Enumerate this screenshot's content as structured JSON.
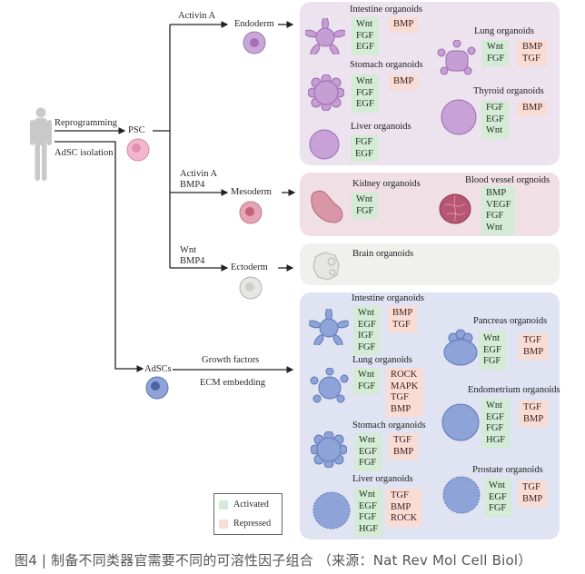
{
  "diagram": {
    "source_labels": {
      "reprogramming": "Reprogramming",
      "adsc_isolation": "AdSC isolation",
      "psc": "PSC",
      "adscs": "AdSCs"
    },
    "branches": {
      "endoderm": {
        "factor_lines": [
          "Activin A"
        ],
        "germ_layer": "Endoderm"
      },
      "mesoderm": {
        "factor_lines": [
          "Activin A",
          "BMP4"
        ],
        "germ_layer": "Mesoderm"
      },
      "ectoderm": {
        "factor_lines": [
          "Wnt",
          "BMP4"
        ],
        "germ_layer": "Ectoderm"
      },
      "adscs": {
        "factor_above": "Growth factors",
        "factor_below": "ECM embedding"
      }
    },
    "panels": {
      "endoderm": [
        {
          "title": "Intestine organoids",
          "activated": [
            "Wnt",
            "FGF",
            "EGF"
          ],
          "repressed": [
            "BMP"
          ]
        },
        {
          "title": "Stomach organoids",
          "activated": [
            "Wnt",
            "FGF",
            "EGF"
          ],
          "repressed": [
            "BMP"
          ]
        },
        {
          "title": "Liver organoids",
          "activated": [
            "FGF",
            "EGF"
          ],
          "repressed": []
        },
        {
          "title": "Lung organoids",
          "activated": [
            "Wnt",
            "FGF"
          ],
          "repressed": [
            "BMP",
            "TGF"
          ]
        },
        {
          "title": "Thyroid organoids",
          "activated": [
            "FGF",
            "EGF",
            "Wnt"
          ],
          "repressed": [
            "BMP"
          ]
        }
      ],
      "mesoderm": [
        {
          "title": "Kidney organoids",
          "activated": [
            "Wnt",
            "FGF"
          ],
          "repressed": []
        },
        {
          "title": "Blood vessel orgnoids",
          "activated": [
            "BMP",
            "VEGF",
            "FGF",
            "Wnt"
          ],
          "repressed": []
        }
      ],
      "ectoderm": [
        {
          "title": "Brain organoids",
          "activated": [],
          "repressed": []
        }
      ],
      "adscs": [
        {
          "title": "Intestine organoids",
          "activated": [
            "Wnt",
            "EGF",
            "IGF",
            "FGF"
          ],
          "repressed": [
            "BMP",
            "TGF"
          ]
        },
        {
          "title": "Lung organoids",
          "activated": [
            "Wnt",
            "FGF"
          ],
          "repressed": [
            "ROCK",
            "MAPK",
            "TGF",
            "BMP"
          ]
        },
        {
          "title": "Stomach organoids",
          "activated": [
            "Wnt",
            "EGF",
            "FGF"
          ],
          "repressed": [
            "TGF",
            "BMP"
          ]
        },
        {
          "title": "Liver organoids",
          "activated": [
            "Wnt",
            "EGF",
            "FGF",
            "HGF"
          ],
          "repressed": [
            "TGF",
            "BMP",
            "ROCK"
          ]
        },
        {
          "title": "Pancreas organoids",
          "activated": [
            "Wnt",
            "EGF",
            "FGF"
          ],
          "repressed": [
            "TGF",
            "BMP"
          ]
        },
        {
          "title": "Endometrium organoids",
          "activated": [
            "Wnt",
            "EGF",
            "FGF",
            "HGF"
          ],
          "repressed": [
            "TGF",
            "BMP"
          ]
        },
        {
          "title": "Prostate organoids",
          "activated": [
            "Wnt",
            "EGF",
            "FGF"
          ],
          "repressed": [
            "TGF",
            "BMP"
          ]
        }
      ]
    },
    "legend": {
      "activated": "Activated",
      "repressed": "Repressed"
    },
    "colors": {
      "activated": "#d4ebd5",
      "repressed": "#f9dcd4",
      "endoderm_panel": "#ece3ef",
      "mesoderm_panel": "#f0dfe4",
      "ectoderm_panel": "#f0f0ec",
      "adscs_panel": "#dfe3f2"
    }
  },
  "caption": "图4 | 制备不同类器官需要不同的可溶性因子组合 （来源：Nat Rev Mol Cell Biol）"
}
